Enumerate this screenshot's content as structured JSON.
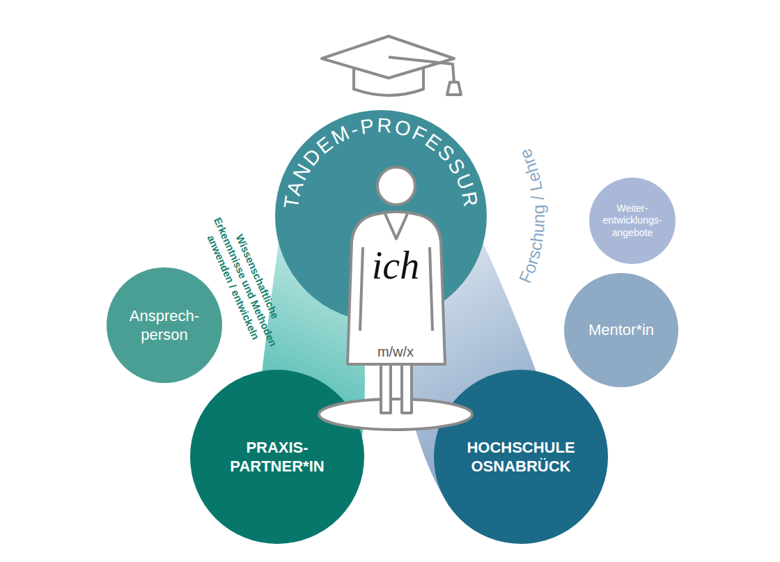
{
  "diagram": {
    "nodes": [
      {
        "text": [
          "TANDEM-PROFESSUR"
        ]
      },
      {
        "text": [
          "ich",
          "m/w/x"
        ]
      },
      {
        "text": [
          "Ansprech- person"
        ]
      },
      {
        "text": [
          "PRAXIS- PARTNER*IN"
        ]
      },
      {
        "text": [
          "HOCHSCHULE OSNABRÜCK"
        ]
      },
      {
        "text": [
          "Weiter- entwicklungs- angebote"
        ]
      },
      {
        "text": [
          "Mentor*in"
        ]
      }
    ],
    "edges": [
      {
        "from": 3,
        "to": 0,
        "arrow": "none"
      },
      {
        "from": 4,
        "to": 0,
        "arrow": "none"
      }
    ],
    "labels": [
      "Wissenschaftliche Erkenntnisse und Methoden anwenden / entwickeln",
      "Forschung / Lehre"
    ]
  }
}
